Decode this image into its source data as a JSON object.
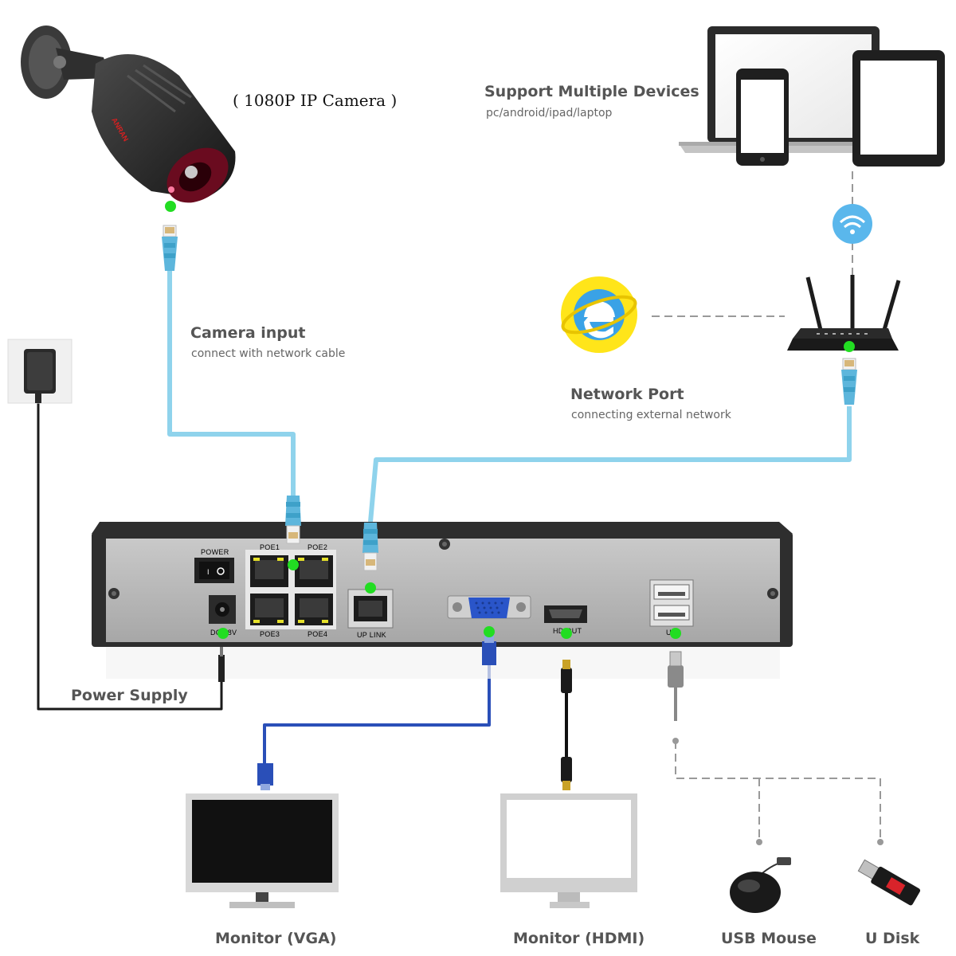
{
  "camera": {
    "label": "( 1080P IP Camera )",
    "brand": "ANRAN"
  },
  "devices": {
    "title": "Support Multiple Devices",
    "subtitle": "pc/android/ipad/laptop"
  },
  "camera_input": {
    "title": "Camera input",
    "subtitle": "connect with network cable"
  },
  "network_port": {
    "title": "Network Port",
    "subtitle": "connecting external network"
  },
  "power_supply": {
    "title": "Power Supply"
  },
  "nvr": {
    "power_label": "POWER",
    "dc_label": "DC 48V",
    "poe_labels": [
      "POE1",
      "POE2",
      "POE3",
      "POE4"
    ],
    "uplink_label": "UP LINK",
    "hdmi_label": "HD OUT",
    "usb_label": "USB"
  },
  "outputs": {
    "vga": "Monitor (VGA)",
    "hdmi": "Monitor (HDMI)",
    "mouse": "USB Mouse",
    "udisk": "U Disk"
  },
  "colors": {
    "network_cable": "#8fd3ec",
    "vga_cable": "#2a4fb8",
    "connection_dot": "#22dd22",
    "nvr_panel": "#b5b5b5",
    "nvr_frame": "#2e2e2e",
    "wifi_badge": "#5ab7ec",
    "ie_yellow": "#ffe51a"
  },
  "icons": [
    "bullet-camera-icon",
    "laptop-icon",
    "phone-icon",
    "tablet-icon",
    "wifi-icon",
    "router-icon",
    "internet-explorer-icon",
    "power-adapter-icon",
    "nvr-device-icon",
    "monitor-icon",
    "usb-mouse-icon",
    "usb-flash-drive-icon"
  ]
}
